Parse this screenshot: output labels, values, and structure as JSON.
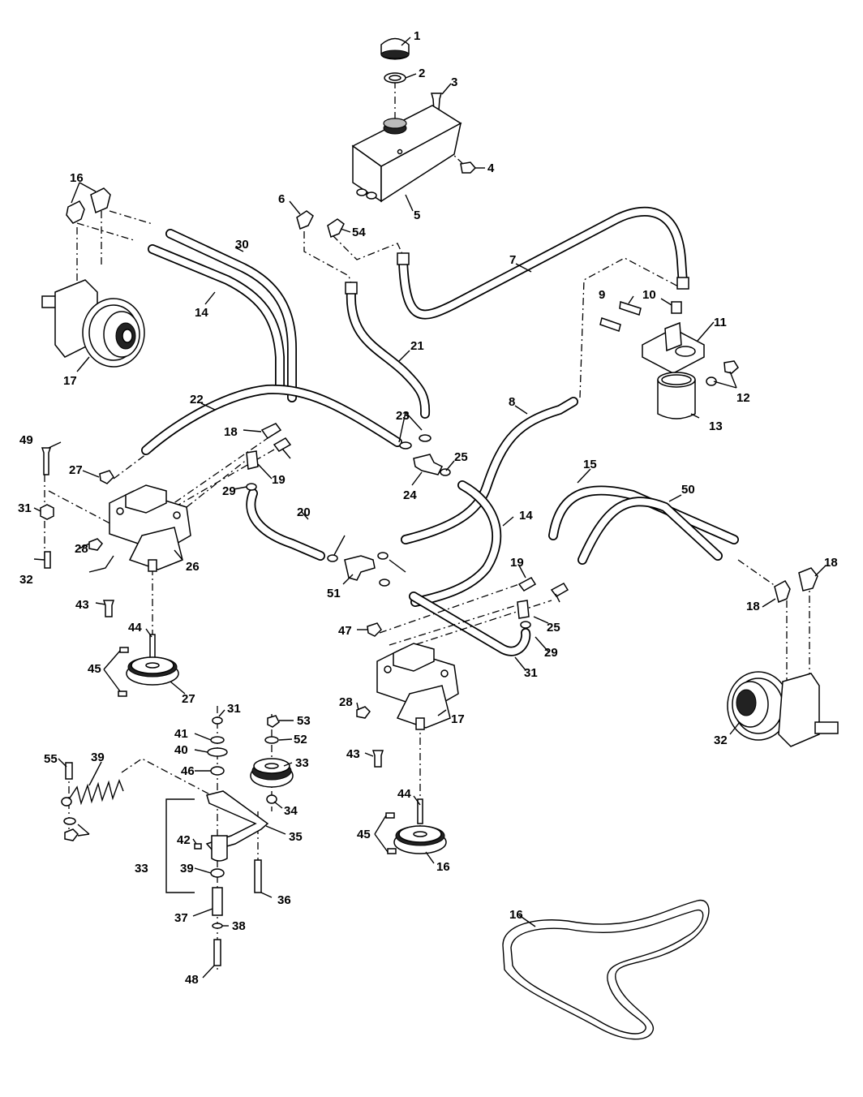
{
  "diagram": {
    "type": "exploded-parts-diagram",
    "callouts": [
      "1",
      "2",
      "3",
      "4",
      "5",
      "6",
      "54",
      "7",
      "9",
      "10",
      "11",
      "12",
      "13",
      "16",
      "30",
      "14",
      "17",
      "21",
      "22",
      "23",
      "8",
      "18",
      "49",
      "27",
      "19",
      "24",
      "25",
      "29",
      "20",
      "14",
      "15",
      "50",
      "31",
      "28",
      "26",
      "51",
      "32",
      "43",
      "44",
      "45",
      "27",
      "47",
      "31",
      "53",
      "41",
      "52",
      "40",
      "33",
      "46",
      "39",
      "55",
      "34",
      "35",
      "42",
      "33",
      "39",
      "36",
      "37",
      "38",
      "48",
      "16",
      "18",
      "19",
      "25",
      "29",
      "31",
      "28",
      "17",
      "32",
      "43",
      "44",
      "45",
      "16",
      "18"
    ]
  }
}
